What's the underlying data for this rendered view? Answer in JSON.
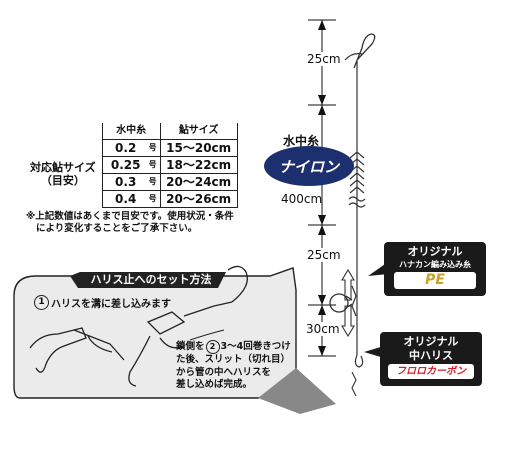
{
  "table": {
    "col_main_line": "水中糸",
    "col_ayu_size": "鮎サイズ",
    "row_label_1": "対応鮎サイズ",
    "row_label_2": "（目安）",
    "unit": "号",
    "rows": [
      {
        "num": "0.2",
        "size": "15～20cm"
      },
      {
        "num": "0.25",
        "size": "18～22cm"
      },
      {
        "num": "0.3",
        "size": "20～24cm"
      },
      {
        "num": "0.4",
        "size": "20～26cm"
      }
    ]
  },
  "note": {
    "line1": "※上記数値はあくまで目安です。使用状況・条件",
    "line2": "により変化することをご了承下さい。"
  },
  "main_line": {
    "label": "水中糸",
    "material": "ナイロン",
    "length": "400cm",
    "color_navy": "#1c2f6e"
  },
  "dimensions": {
    "top": "25cm",
    "middle": "25cm",
    "bottom": "30cm"
  },
  "badge_pe": {
    "line1": "オリジナル",
    "line2": "ハナカン編み込み糸",
    "line3": "PE"
  },
  "badge_fluoro": {
    "line1": "オリジナル",
    "line2": "中ハリス",
    "line3": "フロロカーボン"
  },
  "instructions": {
    "title": "ハリス止へのセット方法",
    "step1_num": "1",
    "step1": "ハリスを溝に差し込みます",
    "step2_line1a": "鎖側を",
    "step2_num": "2",
    "step2_line1b": "3～4回巻きつけ",
    "step2_line2": "た後、スリット（切れ目）",
    "step2_line3": "から管の中へハリスを",
    "step2_line4": "差し込めば完成。"
  }
}
